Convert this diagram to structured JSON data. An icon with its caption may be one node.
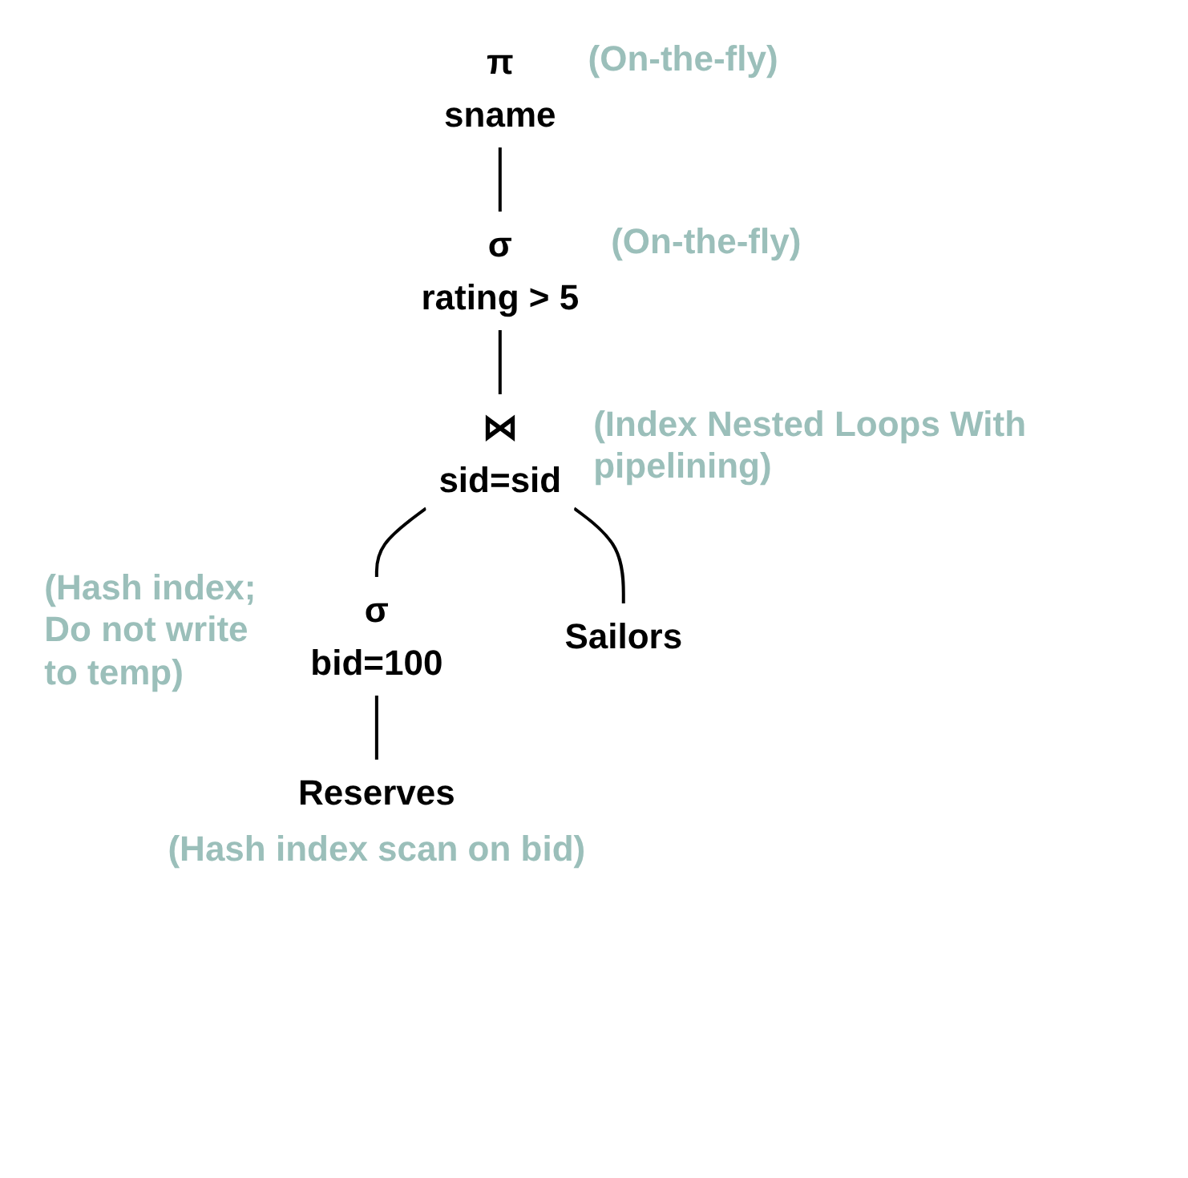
{
  "diagram": {
    "nodes": [
      {
        "text": [
          "π",
          "sname"
        ],
        "beside": [
          "(On-the-fly)"
        ]
      },
      {
        "text": [
          "σ",
          "rating > 5"
        ],
        "beside": [
          "(On-the-fly)"
        ]
      },
      {
        "text": [
          "⋈",
          "sid=sid"
        ],
        "beside": [
          "(Index Nested Loops With pipelining)"
        ]
      },
      {
        "text": [
          "σ",
          "bid=100"
        ],
        "beside": [
          "(Hash index; Do not write to temp)"
        ]
      },
      {
        "text": [
          "Sailors"
        ]
      },
      {
        "text": [
          "Reserves"
        ],
        "beside": [
          "(Hash index scan on bid)"
        ]
      }
    ],
    "edges": [
      {
        "from": 0,
        "to": 1,
        "arrow": "none"
      },
      {
        "from": 1,
        "to": 2,
        "arrow": "none"
      },
      {
        "from": 2,
        "to": 3,
        "arrow": "none"
      },
      {
        "from": 2,
        "to": 4,
        "arrow": "none"
      },
      {
        "from": 3,
        "to": 5,
        "arrow": "none"
      }
    ]
  }
}
